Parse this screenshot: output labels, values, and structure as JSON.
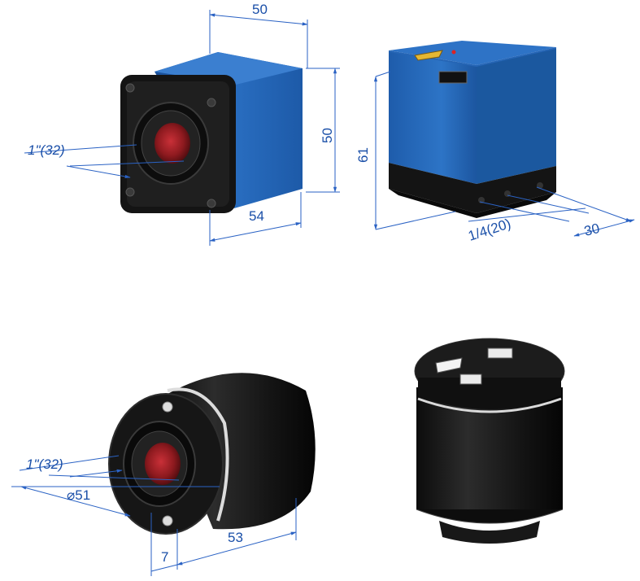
{
  "camera_a": {
    "dims": {
      "width_top": "50",
      "height_right": "50",
      "depth_bottom": "54",
      "lens_mount": "1\"(32)"
    }
  },
  "camera_b": {
    "dims": {
      "height_left": "61",
      "tripod_thread": "1/4(20)",
      "depth_bottom": "30"
    }
  },
  "camera_c": {
    "dims": {
      "lens_mount": "1\"(32)",
      "diameter": "⌀51",
      "flange": "7",
      "length": "53"
    }
  },
  "colors": {
    "dimension": "#2a62c4",
    "blue_body": "#1f5fb0",
    "black_body": "#1b1b1b",
    "sensor": "#8e1a1f"
  }
}
